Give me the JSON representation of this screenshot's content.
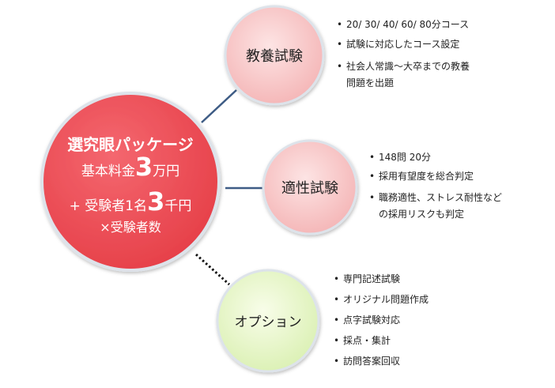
{
  "main": {
    "title": "選究眼パッケージ",
    "base_prefix": "基本料金",
    "base_number": "3",
    "base_suffix": "万円",
    "plus_prefix": "+ 受験者1名",
    "plus_number": "3",
    "plus_suffix": "千円",
    "multiplier": "×受験者数"
  },
  "nodes": [
    {
      "label": "教養試験",
      "bullets": [
        "20/ 30/ 40/ 60/ 80分コース",
        "試験に対応したコース設定",
        "社会人常識～大卒までの教養\n問題を出題"
      ]
    },
    {
      "label": "適性試験",
      "bullets": [
        "148問 20分",
        "採用有望度を総合判定",
        "職務適性、ストレス耐性など\nの採用リスクも判定"
      ]
    },
    {
      "label": "オプション",
      "bullets": [
        "専門記述試験",
        "オリジナル問題作成",
        "点字試験対応",
        "採点・集計",
        "訪問答案回収"
      ]
    }
  ],
  "colors": {
    "main_fill": "#ee4f58",
    "pink_fill": "#f8c8c8",
    "green_fill": "#e8f6c8",
    "connector": "#3e5c85",
    "dotted": "#111111"
  }
}
